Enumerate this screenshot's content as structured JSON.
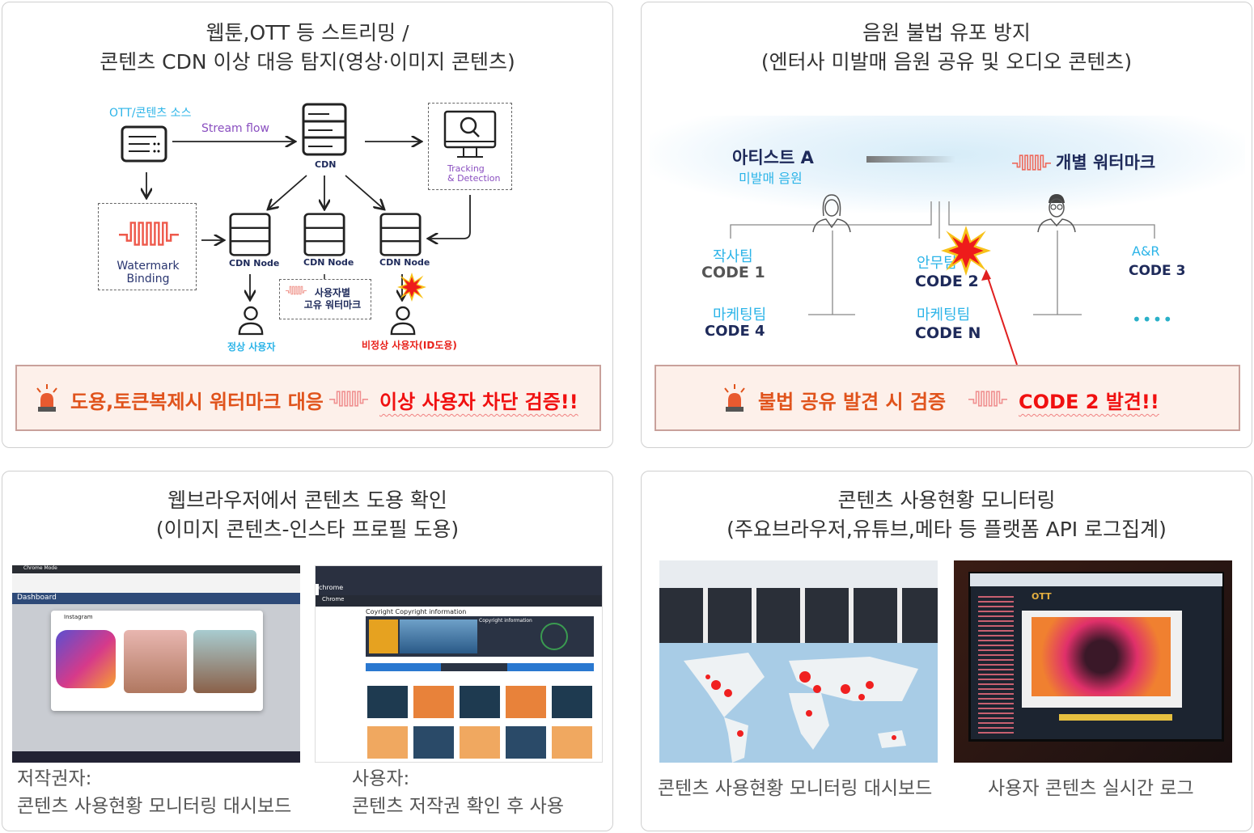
{
  "panel_cdn": {
    "title_line1": "웹툰,OTT 등 스트리밍 /",
    "title_line2": "콘텐츠 CDN 이상 대응 탐지(영상·이미지 콘텐츠)",
    "source_label": "OTT/콘텐츠 소스",
    "stream_flow": "Stream flow",
    "cdn": "CDN",
    "tracking_line1": "Tracking",
    "tracking_line2": "& Detection",
    "watermark_line1": "Watermark",
    "watermark_line2": "Binding",
    "nodes": [
      "CDN Node",
      "CDN Node",
      "CDN Node"
    ],
    "user_watermark_line1": "사용자별",
    "user_watermark_line2": "고유 워터마크",
    "normal_user": "정상 사용자",
    "abnormal_user": "비정상 사용자(ID도용)",
    "alert_text": "도용,토큰복제시 워터마크 대응",
    "alert_highlight": "이상 사용자 차단 검증!!"
  },
  "panel_music": {
    "title_line1": "음원 불법 유포 방지",
    "title_line2": "(엔터사 미발매 음원 공유 및 오디오 콘텐츠)",
    "artist": "아티스트 A",
    "unreleased": "미발매 음원",
    "individual_watermark": "개별 워터마크",
    "teams": [
      {
        "team": "작사팀",
        "code": "CODE 1"
      },
      {
        "team": "안무팀",
        "code": "CODE 2"
      },
      {
        "team": "A&R",
        "code": "CODE 3"
      },
      {
        "team": "마케팅팀",
        "code": "CODE 4"
      },
      {
        "team": "마케팅팀",
        "code": "CODE N"
      }
    ],
    "more": "••••",
    "alert_text": "불법 공유 발견 시 검증",
    "alert_highlight": "CODE 2 발견!!"
  },
  "panel_browser": {
    "title_line1": "웹브라우저에서 콘텐츠 도용 확인",
    "title_line2": "(이미지 콘텐츠-인스타 프로필 도용)",
    "shot1": {
      "tab": "Chrome Mode",
      "header": "Dashboard",
      "app": "Instagram"
    },
    "shot2": {
      "brand": "chrome",
      "nav": "Chrome",
      "heading": "Coyright Copyright information",
      "side_heading": "Copyright information"
    },
    "caption1_line1": "저작권자:",
    "caption1_line2": "콘텐츠 사용현황 모니터링 대시보드",
    "caption2_line1": "사용자:",
    "caption2_line2": "콘텐츠 저작권 확인 후 사용"
  },
  "panel_monitor": {
    "title_line1": "콘텐츠 사용현황 모니터링",
    "title_line2": "(주요브라우저,유튜브,메타 등 플랫폼 API 로그집계)",
    "shot2_brand": "OTT",
    "caption1": "콘텐츠 사용현황 모니터링  대시보드",
    "caption2": "사용자 콘텐츠 실시간 로그"
  }
}
